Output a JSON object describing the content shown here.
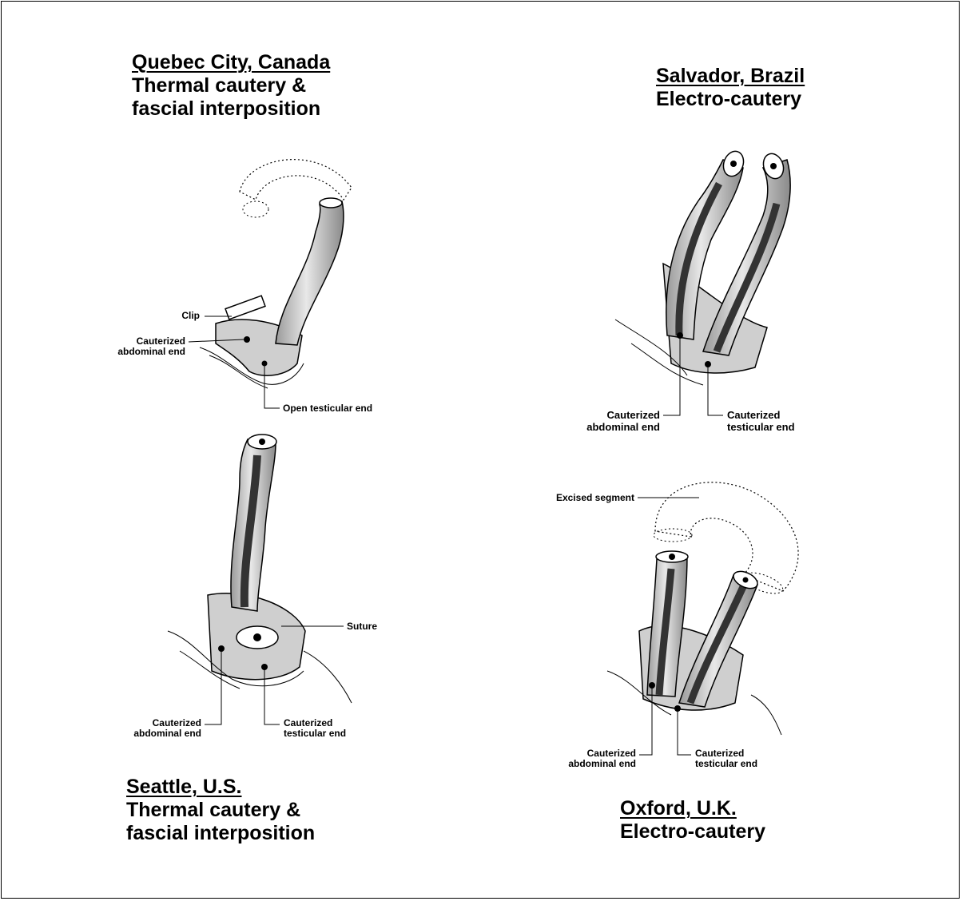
{
  "panels": {
    "quebec": {
      "place": "Quebec City, Canada",
      "method": "Thermal cautery &\nfascial interposition",
      "labels": {
        "clip": "Clip",
        "cauterized_abdominal": "Cauterized\nabdominal end",
        "open_testicular": "Open testicular end"
      }
    },
    "salvador": {
      "place": "Salvador, Brazil",
      "method": "Electro-cautery",
      "labels": {
        "cauterized_abdominal": "Cauterized\nabdominal end",
        "cauterized_testicular": "Cauterized\ntesticular end"
      }
    },
    "seattle": {
      "place": "Seattle, U.S.",
      "method": "Thermal cautery &\nfascial interposition",
      "labels": {
        "suture": "Suture",
        "cauterized_abdominal": "Cauterized\nabdominal end",
        "cauterized_testicular": "Cauterized\ntesticular end"
      }
    },
    "oxford": {
      "place": "Oxford, U.K.",
      "method": "Electro-cautery",
      "labels": {
        "excised_segment": "Excised segment",
        "cauterized_abdominal": "Cauterized\nabdominal end",
        "cauterized_testicular": "Cauterized\ntesticular end"
      }
    }
  },
  "colors": {
    "ink": "#000000",
    "tube": "#bdbdbd",
    "tube_light": "#e6e6e6",
    "lumen": "#333333"
  }
}
